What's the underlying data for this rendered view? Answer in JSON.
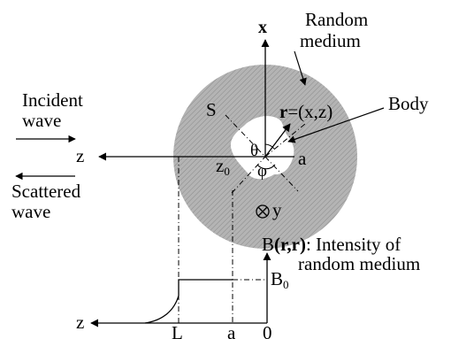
{
  "labels": {
    "random_medium_1": "Random",
    "random_medium_2": "medium",
    "x_axis": "x",
    "incident_1": "Incident",
    "incident_2": "wave",
    "scattered_1": "Scattered",
    "scattered_2": "wave",
    "surface": "S",
    "position_vec": "r",
    "position_rest": "=(x,z)",
    "body": "Body",
    "theta": "θ",
    "phi": "φ",
    "z_axis_upper": "z",
    "z0_main": "z",
    "z0_sub": "0",
    "a_upper": "a",
    "y_axis": "y",
    "intensity_B": "B",
    "intensity_arg": "(r,r)",
    "intensity_rest": ": Intensity of",
    "intensity_line2": "random medium",
    "b0_main": "B",
    "b0_sub": "0",
    "z_axis_lower": "z",
    "tick_L": "L",
    "tick_a": "a",
    "tick_0": "0"
  },
  "colors": {
    "medium_fill": "#b4b4b4",
    "body_fill": "#ffffff",
    "ink": "#000000"
  },
  "icons": {
    "y_direction": "circled-times-icon"
  }
}
